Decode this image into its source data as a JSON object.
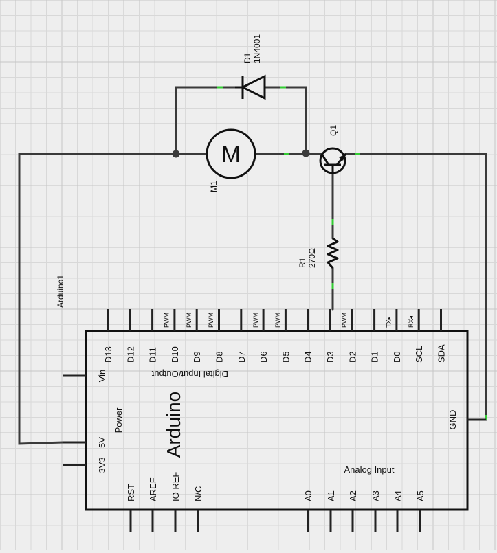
{
  "diode": {
    "ref": "D1",
    "part": "1N4001"
  },
  "motor": {
    "ref": "M1",
    "symbol": "M"
  },
  "transistor": {
    "ref": "Q1"
  },
  "resistor": {
    "ref": "R1",
    "value": "270Ω"
  },
  "arduino": {
    "ref": "Arduino1",
    "brand": "Arduino",
    "digital_heading": "Digital Input/Output",
    "power_heading": "Power",
    "analog_heading": "Analog Input",
    "top_pins": [
      {
        "label": "D13",
        "tag": ""
      },
      {
        "label": "D12",
        "tag": ""
      },
      {
        "label": "D11",
        "tag": "PWM"
      },
      {
        "label": "D10",
        "tag": "PWM"
      },
      {
        "label": "D9",
        "tag": "PWM"
      },
      {
        "label": "D8",
        "tag": ""
      },
      {
        "label": "D7",
        "tag": "PWM"
      },
      {
        "label": "D6",
        "tag": "PWM"
      },
      {
        "label": "D5",
        "tag": ""
      },
      {
        "label": "D4",
        "tag": ""
      },
      {
        "label": "D3",
        "tag": "PWM"
      },
      {
        "label": "D2",
        "tag": ""
      },
      {
        "label": "D1",
        "tag": "TX▸"
      },
      {
        "label": "D0",
        "tag": "RX◂"
      },
      {
        "label": "SCL",
        "tag": ""
      },
      {
        "label": "SDA",
        "tag": ""
      }
    ],
    "left_pins": [
      "Vin",
      "5V",
      "3V3"
    ],
    "bottom_pins": [
      "RST",
      "AREF",
      "IO REF",
      "N/C",
      "A0",
      "A1",
      "A2",
      "A3",
      "A4",
      "A5"
    ],
    "right_pin": "GND"
  }
}
